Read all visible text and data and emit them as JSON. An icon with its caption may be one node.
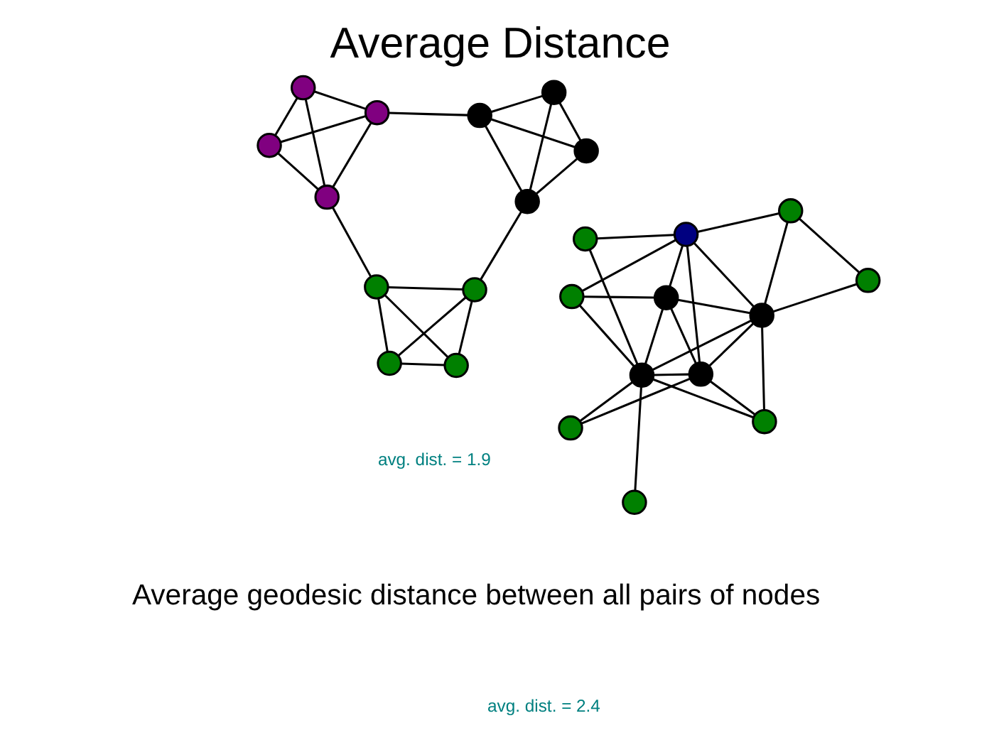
{
  "diagram": {
    "title": "Average Distance",
    "nodes": [
      {
        "text": [],
        "shape": "circle"
      },
      {
        "text": [],
        "shape": "circle"
      },
      {
        "text": [],
        "shape": "circle"
      },
      {
        "text": [],
        "shape": "circle"
      },
      {
        "text": [],
        "shape": "circle"
      },
      {
        "text": [],
        "shape": "circle"
      },
      {
        "text": [],
        "shape": "circle"
      },
      {
        "text": [],
        "shape": "circle"
      },
      {
        "text": [],
        "shape": "circle"
      },
      {
        "text": [],
        "shape": "circle"
      },
      {
        "text": [],
        "shape": "circle"
      },
      {
        "text": [],
        "shape": "circle"
      },
      {
        "text": [],
        "shape": "circle"
      },
      {
        "text": [],
        "shape": "circle"
      },
      {
        "text": [],
        "shape": "circle"
      },
      {
        "text": [],
        "shape": "circle"
      },
      {
        "text": [],
        "shape": "circle"
      },
      {
        "text": [],
        "shape": "circle"
      },
      {
        "text": [],
        "shape": "circle"
      },
      {
        "text": [],
        "shape": "circle"
      },
      {
        "text": [],
        "shape": "circle"
      },
      {
        "text": [],
        "shape": "circle"
      },
      {
        "text": [],
        "shape": "circle"
      },
      {
        "text": [],
        "shape": "circle"
      }
    ],
    "edges": [
      {
        "from": 0,
        "to": 2,
        "arrow": "none"
      },
      {
        "from": 0,
        "to": 4,
        "arrow": "none"
      },
      {
        "from": 0,
        "to": 6,
        "arrow": "none"
      },
      {
        "from": 1,
        "to": 2,
        "arrow": "none"
      },
      {
        "from": 1,
        "to": 5,
        "arrow": "none"
      },
      {
        "from": 1,
        "to": 8,
        "arrow": "none"
      },
      {
        "from": 2,
        "to": 3,
        "arrow": "none"
      },
      {
        "from": 2,
        "to": 4,
        "arrow": "none"
      },
      {
        "from": 2,
        "to": 5,
        "arrow": "none"
      },
      {
        "from": 2,
        "to": 7,
        "arrow": "none"
      },
      {
        "from": 4,
        "to": 5,
        "arrow": "none"
      },
      {
        "from": 4,
        "to": 6,
        "arrow": "none"
      },
      {
        "from": 4,
        "to": 7,
        "arrow": "none"
      },
      {
        "from": 5,
        "to": 6,
        "arrow": "none"
      },
      {
        "from": 5,
        "to": 7,
        "arrow": "none"
      },
      {
        "from": 5,
        "to": 8,
        "arrow": "none"
      },
      {
        "from": 5,
        "to": 10,
        "arrow": "none"
      },
      {
        "from": 6,
        "to": 7,
        "arrow": "none"
      },
      {
        "from": 6,
        "to": 3,
        "arrow": "none"
      },
      {
        "from": 6,
        "to": 9,
        "arrow": "none"
      },
      {
        "from": 6,
        "to": 11,
        "arrow": "none"
      },
      {
        "from": 6,
        "to": 10,
        "arrow": "none"
      },
      {
        "from": 7,
        "to": 10,
        "arrow": "none"
      },
      {
        "from": 7,
        "to": 11,
        "arrow": "none"
      },
      {
        "from": 12,
        "to": 13,
        "arrow": "none"
      },
      {
        "from": 12,
        "to": 14,
        "arrow": "none"
      },
      {
        "from": 12,
        "to": 15,
        "arrow": "none"
      },
      {
        "from": 13,
        "to": 14,
        "arrow": "none"
      },
      {
        "from": 13,
        "to": 15,
        "arrow": "none"
      },
      {
        "from": 14,
        "to": 15,
        "arrow": "none"
      },
      {
        "from": 13,
        "to": 16,
        "arrow": "none"
      },
      {
        "from": 16,
        "to": 17,
        "arrow": "none"
      },
      {
        "from": 16,
        "to": 18,
        "arrow": "none"
      },
      {
        "from": 16,
        "to": 19,
        "arrow": "none"
      },
      {
        "from": 17,
        "to": 18,
        "arrow": "none"
      },
      {
        "from": 17,
        "to": 19,
        "arrow": "none"
      },
      {
        "from": 18,
        "to": 19,
        "arrow": "none"
      },
      {
        "from": 19,
        "to": 21,
        "arrow": "none"
      },
      {
        "from": 15,
        "to": 20,
        "arrow": "none"
      },
      {
        "from": 20,
        "to": 21,
        "arrow": "none"
      },
      {
        "from": 20,
        "to": 22,
        "arrow": "none"
      },
      {
        "from": 20,
        "to": 23,
        "arrow": "none"
      },
      {
        "from": 21,
        "to": 22,
        "arrow": "none"
      },
      {
        "from": 21,
        "to": 23,
        "arrow": "none"
      },
      {
        "from": 22,
        "to": 23,
        "arrow": "none"
      }
    ],
    "labels": [
      "Average geodesic distance between all pairs of nodes",
      "avg. dist. = 1.9",
      "avg. dist. = 2.4"
    ]
  }
}
